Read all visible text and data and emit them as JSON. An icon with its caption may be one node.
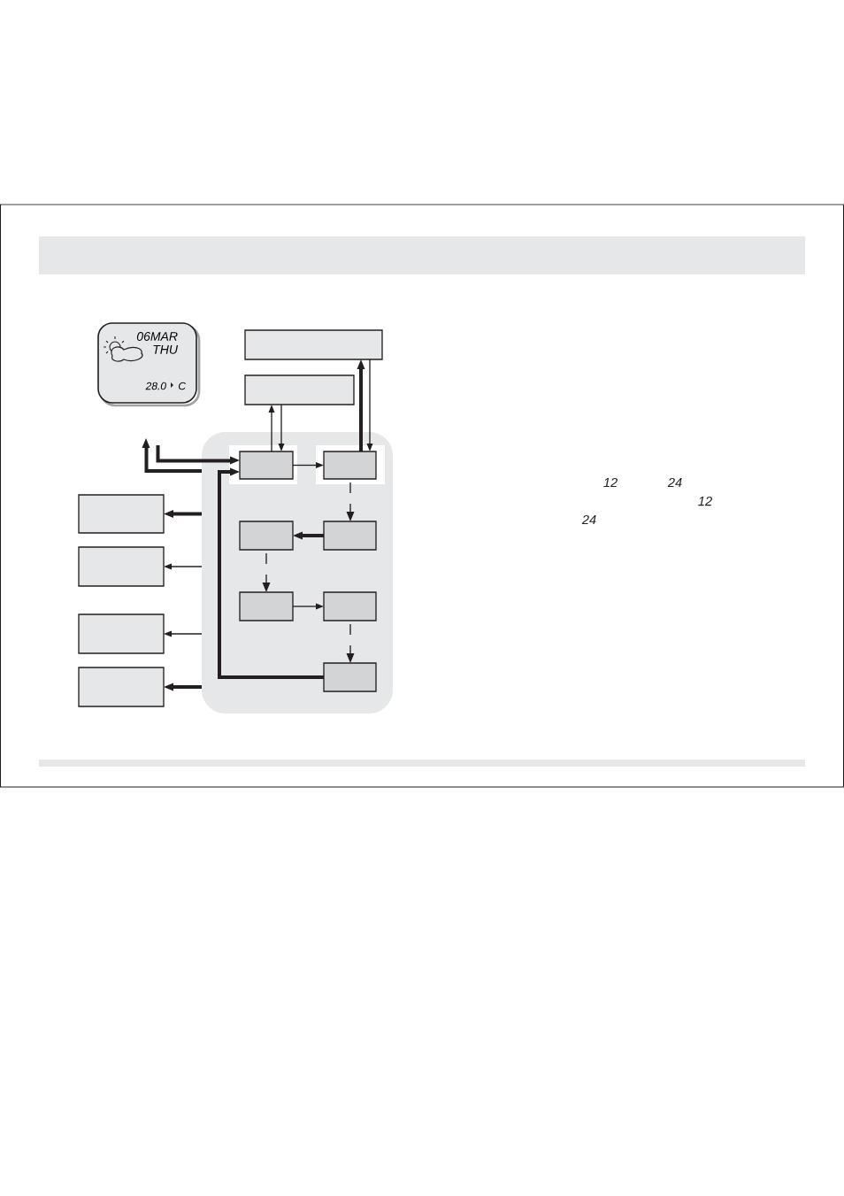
{
  "diagram": {
    "nodes": [
      {
        "text": [],
        "shape": "bar"
      },
      {
        "text": [
          "06MAR",
          "THU",
          "28.0",
          "C"
        ]
      },
      {
        "text": [],
        "shape": "box"
      },
      {
        "text": [],
        "shape": "box"
      },
      {
        "text": [],
        "shape": "box"
      },
      {
        "text": [],
        "shape": "box",
        "in": 4
      },
      {
        "text": [],
        "shape": "box",
        "in": 4
      },
      {
        "text": [],
        "shape": "box",
        "in": 4
      },
      {
        "text": [],
        "shape": "box",
        "in": 4
      },
      {
        "text": [],
        "shape": "box",
        "in": 4
      },
      {
        "text": [],
        "shape": "box",
        "in": 4
      },
      {
        "text": [],
        "shape": "box",
        "in": 4
      },
      {
        "text": [],
        "shape": "box"
      },
      {
        "text": [],
        "shape": "box"
      },
      {
        "text": [],
        "shape": "box"
      },
      {
        "text": [],
        "shape": "box"
      }
    ],
    "edges": [
      {
        "from": 1,
        "to": 5,
        "arrow": "to",
        "style": "thick"
      },
      {
        "from": 4,
        "to": 1,
        "arrow": "to",
        "style": "thick"
      },
      {
        "from": 5,
        "to": 3,
        "arrow": "to"
      },
      {
        "from": 3,
        "to": 5,
        "arrow": "to"
      },
      {
        "from": 6,
        "to": 2,
        "arrow": "to",
        "style": "thick"
      },
      {
        "from": 2,
        "to": 6,
        "arrow": "to"
      },
      {
        "from": 5,
        "to": 6,
        "arrow": "to"
      },
      {
        "from": 6,
        "to": 7,
        "arrow": "to",
        "style": "dashed"
      },
      {
        "from": 7,
        "to": 8,
        "arrow": "to",
        "style": "thick"
      },
      {
        "from": 8,
        "to": 9,
        "arrow": "to",
        "style": "dashed"
      },
      {
        "from": 9,
        "to": 10,
        "arrow": "to"
      },
      {
        "from": 10,
        "to": 11,
        "arrow": "to",
        "style": "dashed"
      },
      {
        "from": 11,
        "to": 5,
        "arrow": "to",
        "style": "thick"
      },
      {
        "from": 4,
        "to": 12,
        "arrow": "to",
        "style": "thick"
      },
      {
        "from": 4,
        "to": 13,
        "arrow": "to"
      },
      {
        "from": 4,
        "to": 14,
        "arrow": "to"
      },
      {
        "from": 4,
        "to": 15,
        "arrow": "to",
        "style": "thick"
      }
    ],
    "labels": [
      "12",
      "24",
      "12",
      "24"
    ]
  }
}
